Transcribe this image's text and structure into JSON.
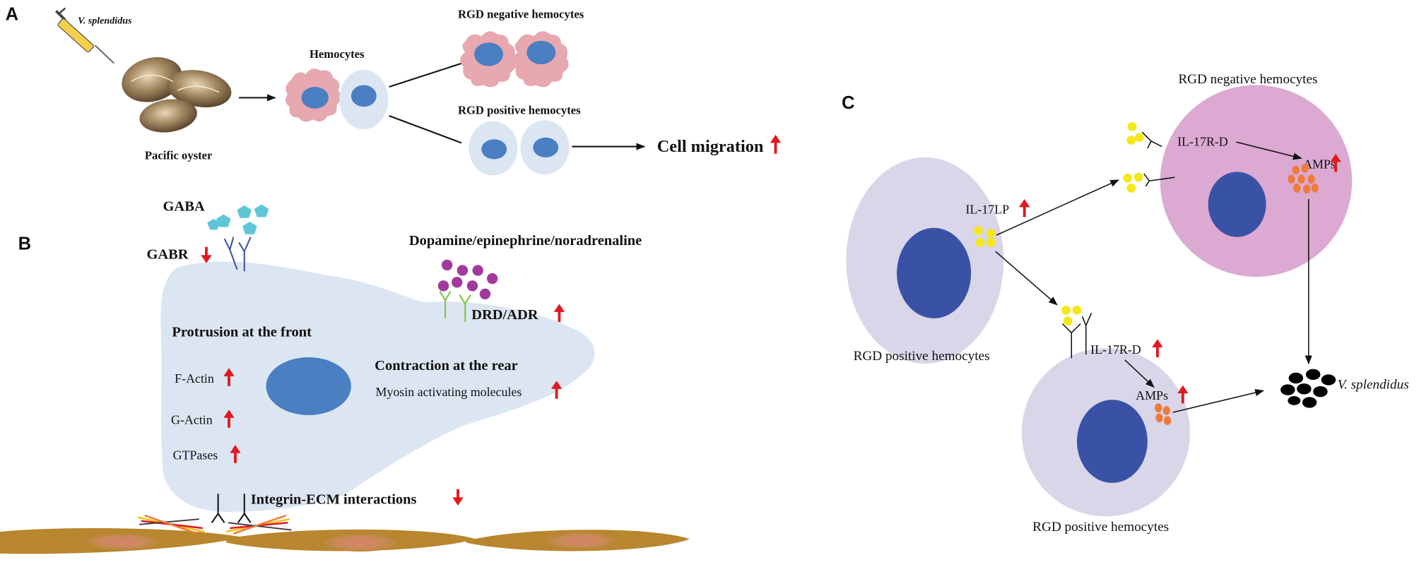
{
  "colors": {
    "cell_blue": "#dce6f2",
    "nucleus": "#4a7fc1",
    "pink_cell": "#e8a8b0",
    "lavender": "#d9d6ea",
    "magenta_cell": "#dba9d2",
    "deep_nucleus": "#3a52a6",
    "gaba": "#5fc6d8",
    "catecholamine": "#a23a9e",
    "receptor_green": "#7dc242",
    "il17": "#f4e81a",
    "amp": "#f07a3b",
    "arrow_red": "#e0191e",
    "substrate": "#b8862e"
  },
  "panel_a": {
    "letter": "A",
    "injection_label": "V. splendidus",
    "oyster_label": "Pacific oyster",
    "hemocytes_label": "Hemocytes",
    "rgd_negative_label": "RGD negative hemocytes",
    "rgd_positive_label": "RGD positive hemocytes",
    "outcome_label": "Cell migration"
  },
  "panel_b": {
    "letter": "B",
    "gaba_label": "GABA",
    "gabr_label": "GABR",
    "catecholamine_label": "Dopamine/epinephrine/noradrenaline",
    "drd_adr_label": "DRD/ADR",
    "protrusion_label": "Protrusion at the front",
    "contraction_label": "Contraction at the rear",
    "f_actin_label": "F-Actin",
    "g_actin_label": "G-Actin",
    "gtpases_label": "GTPases",
    "myosin_label": "Myosin activating molecules",
    "integrin_label": "Integrin-ECM interactions"
  },
  "panel_c": {
    "letter": "C",
    "rgd_negative_label": "RGD negative hemocytes",
    "rgd_positive_label_1": "RGD positive hemocytes",
    "rgd_positive_label_2": "RGD positive hemocytes",
    "il17lp_label": "IL-17LP",
    "il17rd_label_top": "IL-17R-D",
    "il17rd_label_bottom": "IL-17R-D",
    "amps_label_top": "AMPs",
    "amps_label_bottom": "AMPs",
    "pathogen_label": "V. splendidus"
  }
}
